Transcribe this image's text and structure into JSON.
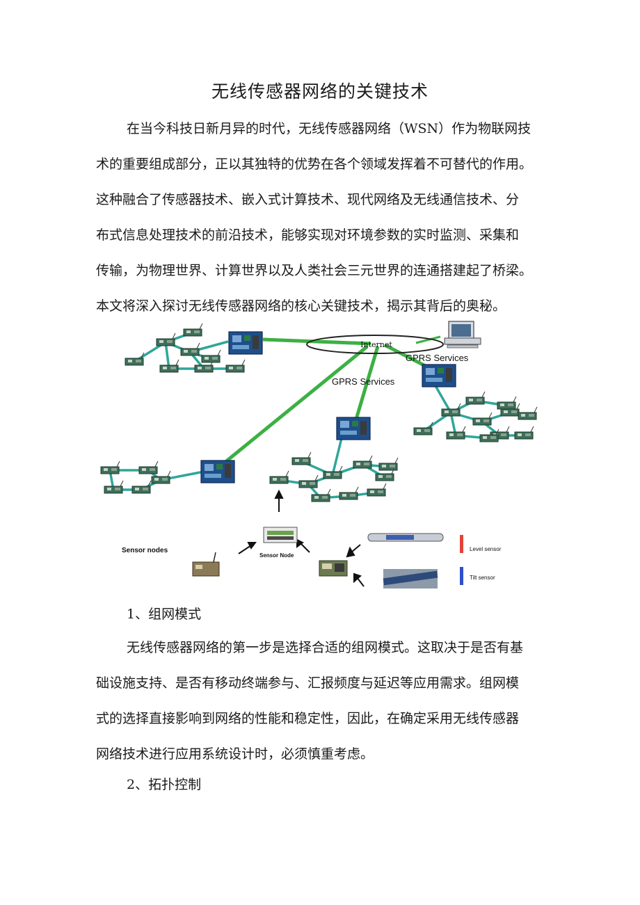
{
  "title": "无线传感器网络的关键技术",
  "intro_lines": [
    "在当今科技日新月异的时代，无线传感器网络（WSN）作为物联网技",
    "术的重要组成部分，正以其独特的优势在各个领域发挥着不可替代的作用。",
    "这种融合了传感器技术、嵌入式计算技术、现代网络及无线通信技术、分",
    "布式信息处理技术的前沿技术，能够实现对环境参数的实时监测、采集和",
    "传输，为物理世界、计算世界以及人类社会三元世界的连通搭建起了桥梁。",
    "本文将深入探讨无线传感器网络的核心关键技术，揭示其背后的奥秘。"
  ],
  "figure": {
    "internet_label": "Internet",
    "gprs_label_left": "GPRS Services",
    "gprs_label_right": "GPRS Services",
    "sensor_nodes_label": "Sensor nodes",
    "sensor_node_label": "Sensor Node",
    "level_sensor_label": "Level sensor",
    "tilt_sensor_label": "Tilt sensor",
    "colors": {
      "link": "#3cb043",
      "mesh": "#2fa69a",
      "board": "#1e4f8c",
      "level": "#e0453a",
      "tilt": "#2d4fc9"
    }
  },
  "section1": {
    "heading": "1、组网模式",
    "lines": [
      "无线传感器网络的第一步是选择合适的组网模式。这取决于是否有基",
      "础设施支持、是否有移动终端参与、汇报频度与延迟等应用需求。组网模",
      "式的选择直接影响到网络的性能和稳定性，因此，在确定采用无线传感器",
      "网络技术进行应用系统设计时，必须慎重考虑。"
    ]
  },
  "section2": {
    "heading": "2、拓扑控制"
  }
}
